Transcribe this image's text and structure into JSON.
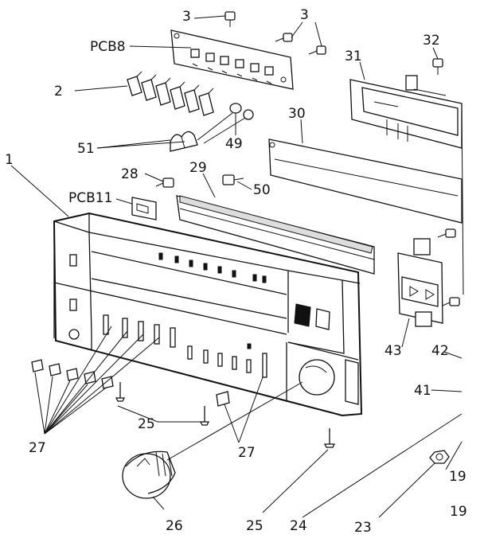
{
  "labels": {
    "l3a": "3",
    "l3b": "3",
    "pcb8": "PCB8",
    "l32": "32",
    "l31": "31",
    "l2": "2",
    "l30": "30",
    "l51": "51",
    "l49": "49",
    "l1": "1",
    "l28": "28",
    "l29": "29",
    "l50": "50",
    "pcb11": "PCB11",
    "l43": "43",
    "l42": "42",
    "l41": "41",
    "l27a": "27",
    "l25a": "25",
    "l27b": "27",
    "l26": "26",
    "l25b": "25",
    "l24": "24",
    "l23": "23",
    "l19a": "19",
    "l19b": "19"
  }
}
